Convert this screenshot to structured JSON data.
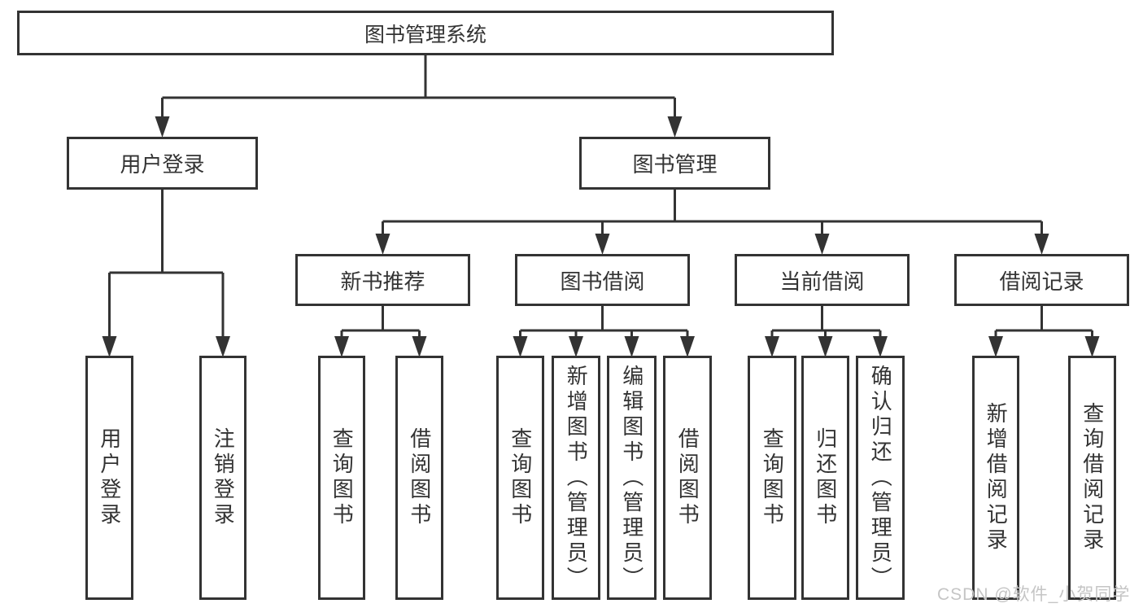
{
  "tree": {
    "label": "图书管理系统",
    "children": [
      {
        "label": "用户登录",
        "children": [
          {
            "label": "用户登录"
          },
          {
            "label": "注销登录"
          }
        ]
      },
      {
        "label": "图书管理",
        "children": [
          {
            "label": "新书推荐",
            "children": [
              {
                "label": "查询图书"
              },
              {
                "label": "借阅图书"
              }
            ]
          },
          {
            "label": "图书借阅",
            "children": [
              {
                "label": "查询图书"
              },
              {
                "label": "新增图书（管理员）"
              },
              {
                "label": "编辑图书（管理员）"
              },
              {
                "label": "借阅图书"
              }
            ]
          },
          {
            "label": "当前借阅",
            "children": [
              {
                "label": "查询图书"
              },
              {
                "label": "归还图书"
              },
              {
                "label": "确认归还（管理员）"
              }
            ]
          },
          {
            "label": "借阅记录",
            "children": [
              {
                "label": "新增借阅记录"
              },
              {
                "label": "查询借阅记录"
              }
            ]
          }
        ]
      }
    ]
  },
  "watermark": {
    "text": "CSDN @软件_小贺同学"
  },
  "colors": {
    "line": "#333333",
    "box_border": "#333333",
    "text": "#333333",
    "background": "#ffffff",
    "watermark": "#c5c5c5"
  }
}
